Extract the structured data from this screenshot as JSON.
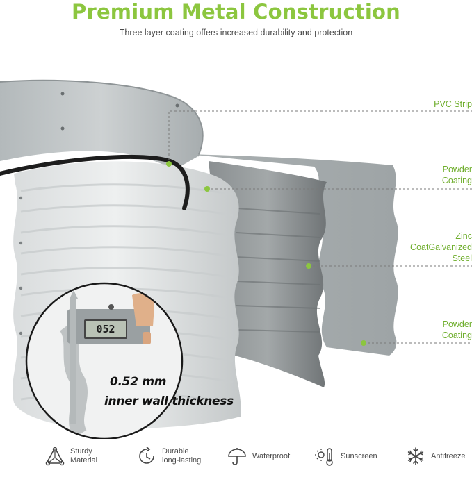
{
  "header": {
    "title": "Premium Metal Construction",
    "subtitle": "Three layer coating offers increased durability and protection"
  },
  "callouts": [
    {
      "line1": "PVC Strip",
      "line2": "",
      "line3": ""
    },
    {
      "line1": "Powder",
      "line2": "Coating",
      "line3": ""
    },
    {
      "line1": "Zinc",
      "line2": "CoatGalvanized",
      "line3": "Steel"
    },
    {
      "line1": "Powder",
      "line2": "Coating",
      "line3": ""
    }
  ],
  "measurement": {
    "display": "052",
    "value": "0.52 mm",
    "caption": "inner wall thickness"
  },
  "features": [
    {
      "icon": "sturdy-material-icon",
      "line1": "Sturdy",
      "line2": "Material"
    },
    {
      "icon": "durable-icon",
      "line1": "Durable",
      "line2": "long-lasting"
    },
    {
      "icon": "waterproof-icon",
      "line1": "Waterproof",
      "line2": ""
    },
    {
      "icon": "sunscreen-icon",
      "line1": "Sunscreen",
      "line2": ""
    },
    {
      "icon": "antifreeze-icon",
      "line1": "Antifreeze",
      "line2": ""
    }
  ],
  "colors": {
    "accent": "#8cc63f",
    "callout_text": "#6fae2d",
    "metal": "#b9bec0",
    "metal_dark": "#7f8486"
  }
}
